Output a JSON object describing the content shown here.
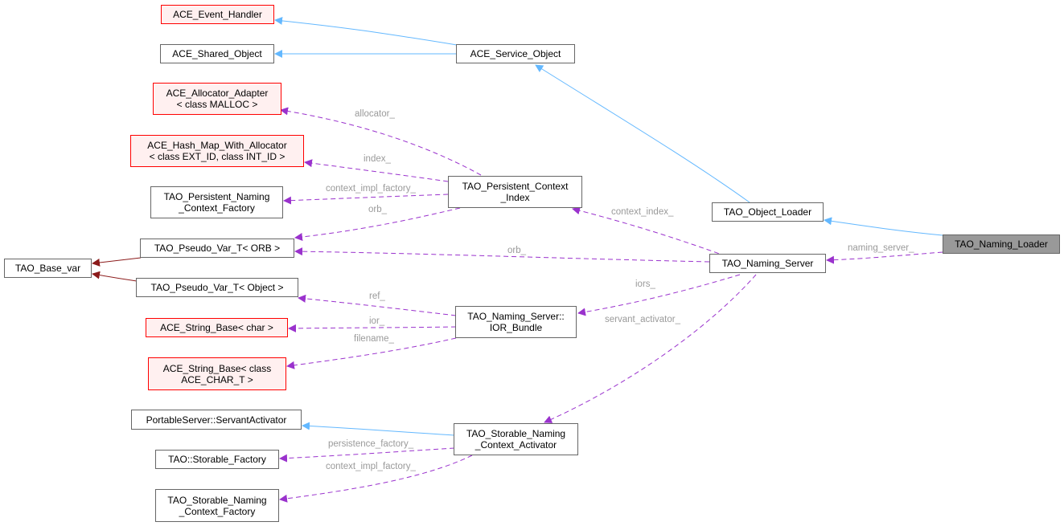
{
  "colors": {
    "inheritance": "#63b8ff",
    "usage": "#9a32cd",
    "private": "#8b1a1a",
    "node_border": "#666666",
    "red_border": "#ff0000",
    "red_fill": "#fff0f0",
    "selected_fill": "#999999",
    "edge_label": "#9a9a9a"
  },
  "nodes": {
    "ace_event_handler": [
      "ACE_Event_Handler"
    ],
    "ace_shared_object": [
      "ACE_Shared_Object"
    ],
    "ace_service_object": [
      "ACE_Service_Object"
    ],
    "ace_allocator_adapter": [
      "ACE_Allocator_Adapter",
      "< class MALLOC >"
    ],
    "ace_hash_map": [
      "ACE_Hash_Map_With_Allocator",
      "< class EXT_ID, class INT_ID >"
    ],
    "tao_persistent_naming_context_factory": [
      "TAO_Persistent_Naming",
      "_Context_Factory"
    ],
    "tao_persistent_context_index": [
      "TAO_Persistent_Context",
      "_Index"
    ],
    "tao_object_loader": [
      "TAO_Object_Loader"
    ],
    "tao_naming_loader": [
      "TAO_Naming_Loader"
    ],
    "tao_base_var": [
      "TAO_Base_var"
    ],
    "tao_pseudo_var_orb": [
      "TAO_Pseudo_Var_T< ORB >"
    ],
    "tao_pseudo_var_object": [
      "TAO_Pseudo_Var_T< Object >"
    ],
    "tao_naming_server": [
      "TAO_Naming_Server"
    ],
    "ace_string_base_char": [
      "ACE_String_Base< char >"
    ],
    "tao_ior_bundle": [
      "TAO_Naming_Server::",
      "IOR_Bundle"
    ],
    "ace_string_base_ace_char": [
      "ACE_String_Base< class",
      "ACE_CHAR_T >"
    ],
    "portableserver_servant_activator": [
      "PortableServer::ServantActivator"
    ],
    "tao_storable_naming_context_activator": [
      "TAO_Storable_Naming",
      "_Context_Activator"
    ],
    "tao_storable_factory": [
      "TAO::Storable_Factory"
    ],
    "tao_storable_naming_context_factory": [
      "TAO_Storable_Naming",
      "_Context_Factory"
    ]
  },
  "edge_labels": {
    "allocator": "allocator_",
    "index": "index_",
    "context_impl_factory_1": "context_impl_factory_",
    "orb_1": "orb_",
    "context_index": "context_index_",
    "orb_2": "orb_",
    "naming_server": "naming_server_",
    "iors": "iors_",
    "ref": "ref_",
    "ior": "ior_",
    "servant_activator": "servant_activator_",
    "filename": "filename_",
    "persistence_factory": "persistence_factory_",
    "context_impl_factory_2": "context_impl_factory_"
  }
}
